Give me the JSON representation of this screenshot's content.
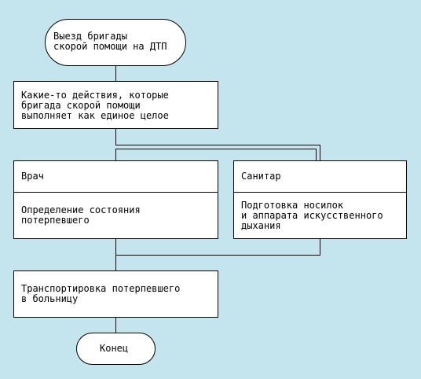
{
  "diagram": {
    "start": {
      "label": "Выезд бригады\nскорой помощи на ДТП"
    },
    "step1": {
      "label": "Какие-то действия, которые\nбригада скорой помощи\nвыполняет как единое целое"
    },
    "lane_left": {
      "header": "Врач",
      "body": "Определение состояния\nпотерпевшего"
    },
    "lane_right": {
      "header": "Санитар",
      "body": "Подготовка носилок\nи аппарата искусственного\nдыхания"
    },
    "step2": {
      "label": "Транспортировка потерпевшего\nв больницу"
    },
    "end": {
      "label": "Конец"
    },
    "colors": {
      "background": "#c4e4ee",
      "box_fill": "#ffffff",
      "stroke": "#000000"
    }
  }
}
